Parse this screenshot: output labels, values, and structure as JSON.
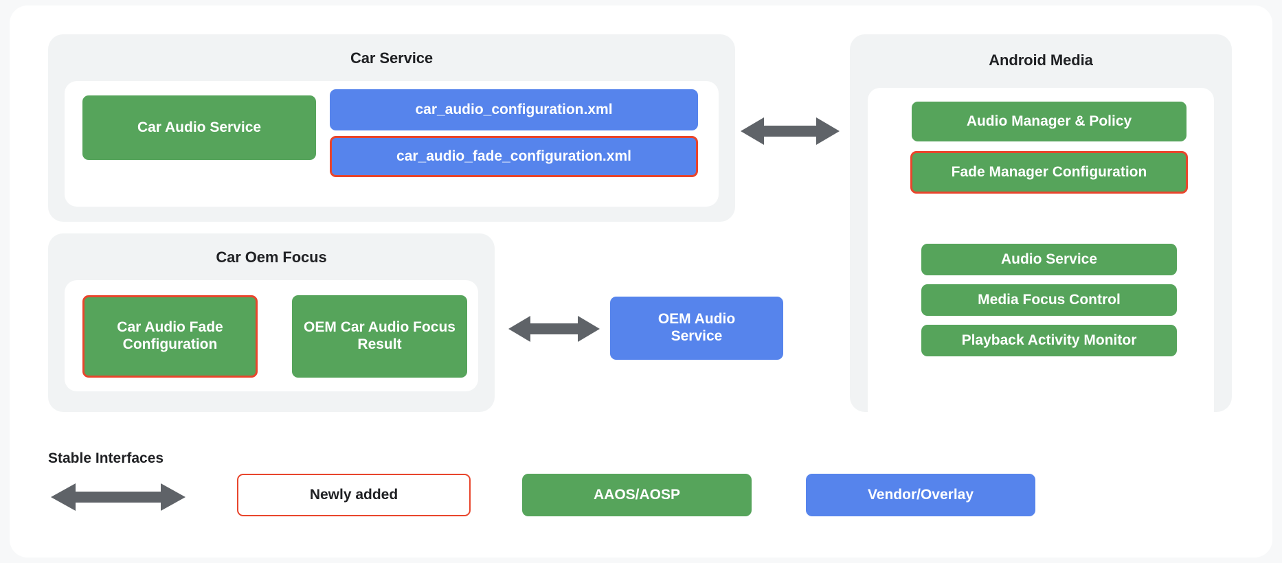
{
  "theme": {
    "page_background": "#F7F8F9",
    "card_background": "#FFFFFF",
    "group_background": "#F1F3F4",
    "green": "#56A45B",
    "blue": "#5684EC",
    "highlight_red": "#E8452C",
    "arrow_gray": "#5F6368",
    "text_dark": "#202124",
    "text_light": "#FFFFFF"
  },
  "groups": {
    "car_service": {
      "title": "Car Service",
      "boxes": [
        {
          "label": "Car Audio Service",
          "color": "green",
          "outlined": false
        },
        {
          "label": "car_audio_configuration.xml",
          "color": "blue",
          "outlined": false
        },
        {
          "label": "car_audio_fade_configuration.xml",
          "color": "blue",
          "outlined": true
        }
      ]
    },
    "car_oem_focus": {
      "title": "Car Oem Focus",
      "boxes": [
        {
          "label": "Car Audio Fade Configuration",
          "color": "green",
          "outlined": true
        },
        {
          "label": "OEM Car Audio Focus Result",
          "color": "green",
          "outlined": false
        }
      ]
    },
    "android_media": {
      "title": "Android Media",
      "boxes": [
        {
          "label": "Audio Manager & Policy",
          "color": "green",
          "outlined": false
        },
        {
          "label": "Fade Manager Configuration",
          "color": "green",
          "outlined": true
        },
        {
          "label": "Audio Service",
          "color": "green",
          "outlined": false
        },
        {
          "label": "Media Focus Control",
          "color": "green",
          "outlined": false
        },
        {
          "label": "Playback Activity Monitor",
          "color": "green",
          "outlined": false
        }
      ]
    }
  },
  "standalone": {
    "oem_audio_service": {
      "label": "OEM Audio\nService",
      "line1": "OEM Audio",
      "line2": "Service",
      "color": "blue"
    }
  },
  "connectors": [
    {
      "name": "car-service-to-android-media",
      "style": "double-headed"
    },
    {
      "name": "car-oem-focus-to-oem-audio-service",
      "style": "double-headed"
    }
  ],
  "legend": {
    "stable_interfaces_label": "Stable Interfaces",
    "items": [
      {
        "label": "Newly added",
        "style": "outline-only"
      },
      {
        "label": "AAOS/AOSP",
        "style": "green"
      },
      {
        "label": "Vendor/Overlay",
        "style": "blue"
      }
    ]
  }
}
